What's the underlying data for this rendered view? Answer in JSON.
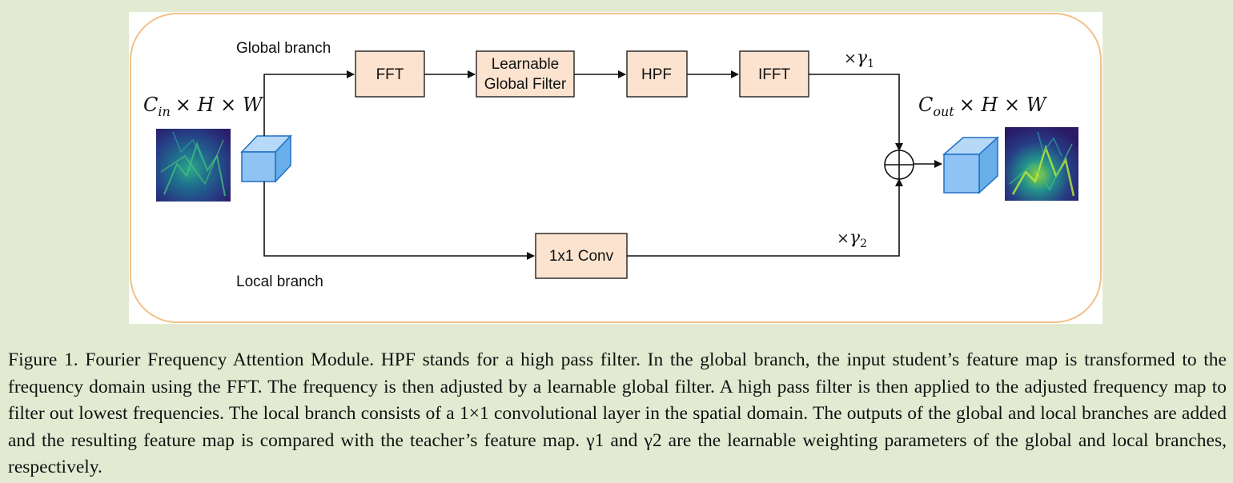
{
  "diagram": {
    "branches": {
      "global_label": "Global branch",
      "local_label": "Local branch"
    },
    "boxes": {
      "fft": "FFT",
      "learnable_filter_line1": "Learnable",
      "learnable_filter_line2": "Global Filter",
      "hpf": "HPF",
      "ifft": "IFFT",
      "conv": "1x1 Conv"
    },
    "input_label": {
      "c": "C",
      "sub": "in",
      "rest": "× H × W"
    },
    "output_label": {
      "c": "C",
      "sub": "out",
      "rest": "× H × W"
    },
    "weights": {
      "gamma1": {
        "times": "×",
        "symbol": "γ",
        "sub": "1"
      },
      "gamma2": {
        "times": "×",
        "symbol": "γ",
        "sub": "2"
      }
    },
    "colors": {
      "box_fill": "#fbe3cf",
      "panel_border": "#f3c08a",
      "cube_front": "#8ec3f3",
      "cube_top": "#b7d9f8",
      "cube_side": "#6aaee9",
      "cube_edge": "#1f6fc6",
      "background": "#e2ebd2"
    }
  },
  "caption": {
    "text": "Figure 1. Fourier Frequency Attention Module. HPF stands for a high pass filter. In the global branch, the input student’s feature map is transformed to the frequency domain using the FFT. The frequency is then adjusted by a learnable global filter. A high pass filter is then applied to the adjusted frequency map to filter out lowest frequencies. The local branch consists of a 1×1 convolutional layer in the spatial domain. The outputs of the global and local branches are added and the resulting feature map is compared with the teacher’s feature map. γ1 and γ2 are the learnable weighting parameters of the global and local branches, respectively."
  }
}
